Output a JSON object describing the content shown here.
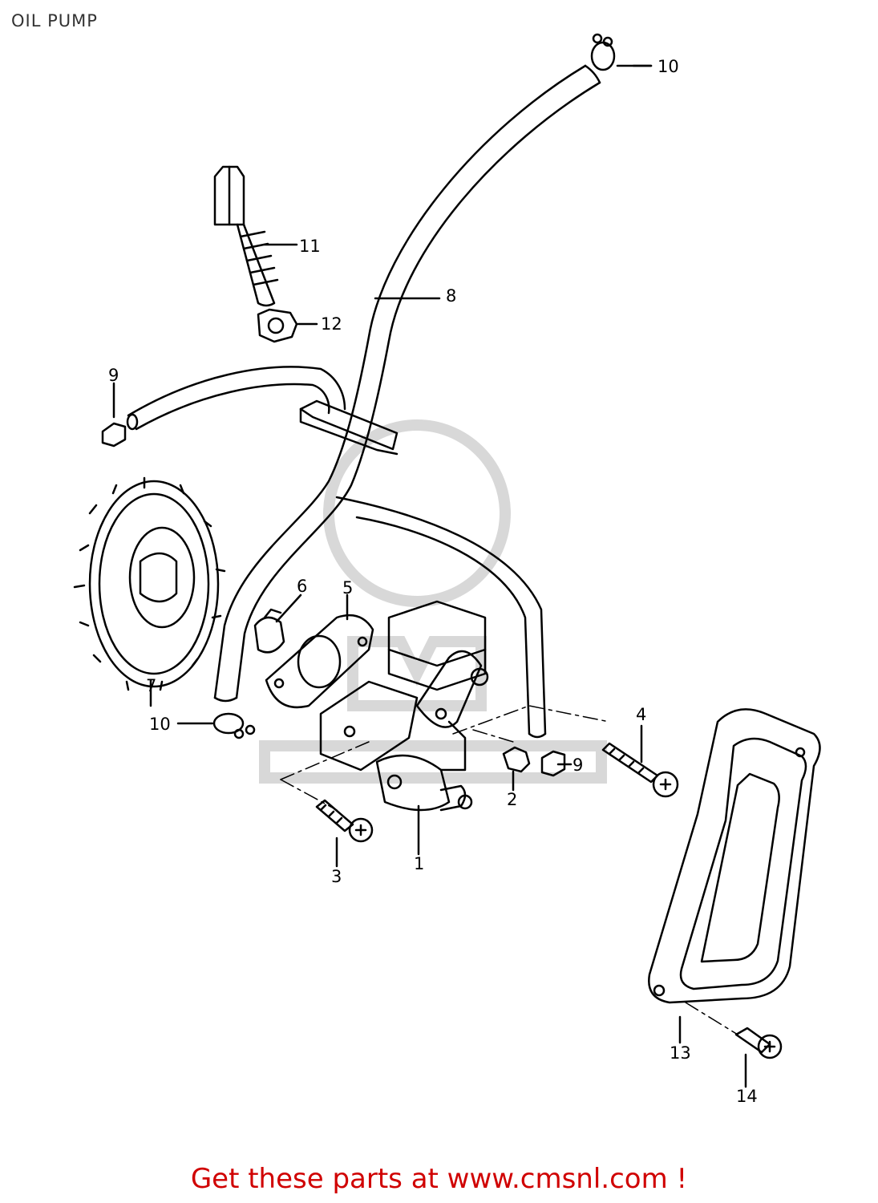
{
  "title": "OIL PUMP",
  "footer": "Get these parts at www.cmsnl.com !",
  "colors": {
    "footer": "#d00000",
    "line": "#000000",
    "watermark": "#d8d8d8"
  },
  "parts": [
    {
      "id": "1",
      "label": "1"
    },
    {
      "id": "2",
      "label": "2"
    },
    {
      "id": "3",
      "label": "3"
    },
    {
      "id": "4",
      "label": "4"
    },
    {
      "id": "5",
      "label": "5"
    },
    {
      "id": "6",
      "label": "6"
    },
    {
      "id": "7",
      "label": "7"
    },
    {
      "id": "8",
      "label": "8"
    },
    {
      "id": "9a",
      "label": "9"
    },
    {
      "id": "9b",
      "label": "9"
    },
    {
      "id": "10a",
      "label": "10"
    },
    {
      "id": "10b",
      "label": "10"
    },
    {
      "id": "11",
      "label": "11"
    },
    {
      "id": "12",
      "label": "12"
    },
    {
      "id": "13",
      "label": "13"
    },
    {
      "id": "14",
      "label": "14"
    }
  ]
}
